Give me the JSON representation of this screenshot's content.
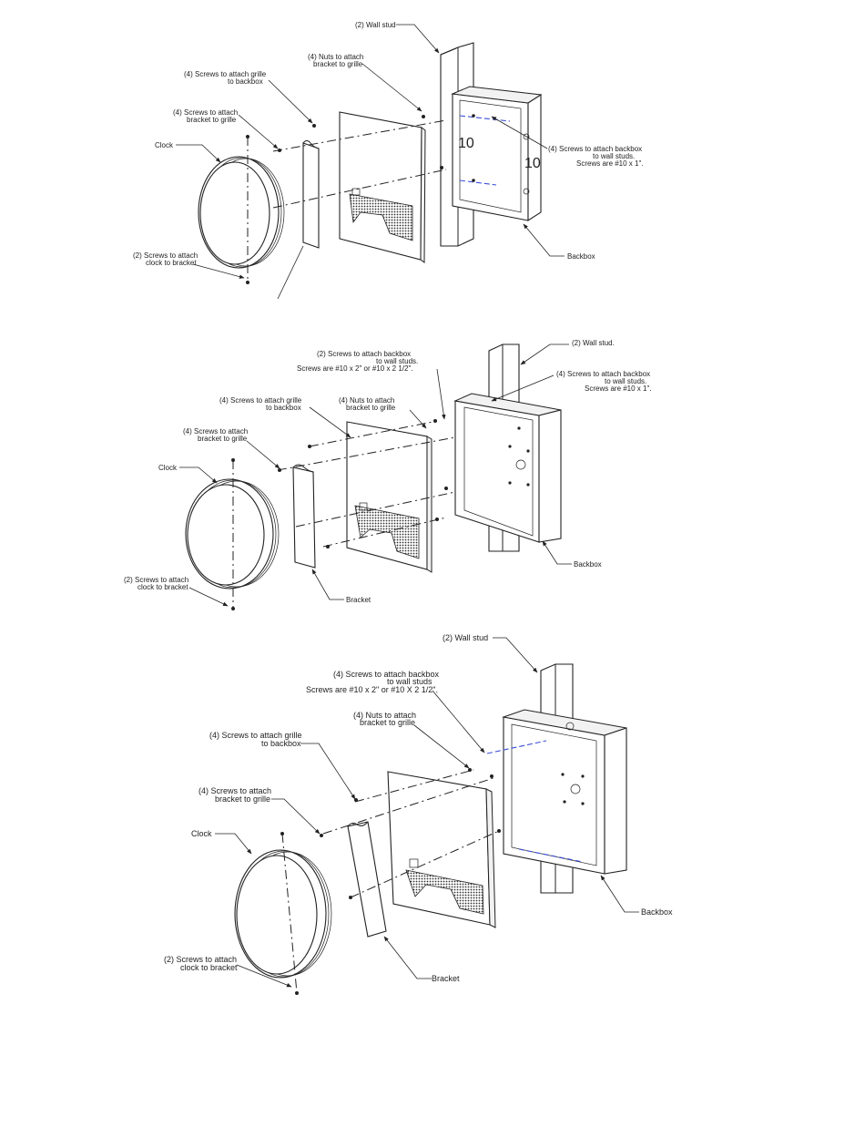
{
  "diagrams": [
    {
      "labels": {
        "wall_stud": "(2) Wall stud",
        "nuts": [
          "(4) Nuts to attach",
          "bracket to grille"
        ],
        "screws_grille_backbox": [
          "(4) Screws to attach grille",
          "to backbox"
        ],
        "screws_bracket_grille": [
          "(4) Screws to attach",
          "bracket to grille"
        ],
        "clock": "Clock",
        "screws_backbox_studs": [
          "(4) Screws to attach backbox",
          "to wall studs.",
          "Screws are #10 x 1\"."
        ],
        "screws_clock_bracket": [
          "(2) Screws to attach",
          "clock to bracket"
        ],
        "backbox": "Backbox",
        "backbox_marking": "10"
      }
    },
    {
      "labels": {
        "screws_backbox_studs_2": [
          "(2) Screws to attach backbox",
          "to wall studs.",
          "Screws are #10 x 2\" or #10 x 2 1/2\"."
        ],
        "wall_stud": "(2) Wall stud.",
        "screws_backbox_studs_4": [
          "(4) Screws to attach backbox",
          "to wall studs.",
          "Screws are #10 x 1\"."
        ],
        "screws_grille_backbox": [
          "(4) Screws to attach grille",
          "to backbox"
        ],
        "nuts": [
          "(4) Nuts to attach",
          "bracket to grille"
        ],
        "screws_bracket_grille": [
          "(4) Screws to attach",
          "bracket to grille"
        ],
        "clock": "Clock",
        "screws_clock_bracket": [
          "(2) Screws to attach",
          "clock to bracket"
        ],
        "bracket": "Bracket",
        "backbox": "Backbox"
      }
    },
    {
      "labels": {
        "wall_stud": "(2) Wall stud",
        "screws_backbox_studs": [
          "(4) Screws to attach backbox",
          "to wall studs",
          "Screws are #10 x 2\" or #10 X 2 1/2\"."
        ],
        "nuts": [
          "(4) Nuts to attach",
          "bracket to grille"
        ],
        "screws_grille_backbox": [
          "(4) Screws to attach grille",
          "to backbox"
        ],
        "screws_bracket_grille": [
          "(4) Screws to attach",
          "bracket to grille"
        ],
        "clock": "Clock",
        "screws_clock_bracket": [
          "(2) Screws to attach",
          "clock to bracket"
        ],
        "bracket": "Bracket",
        "backbox": "Backbox"
      }
    }
  ],
  "colors": {
    "line": "#222222",
    "stud_screw_axis": "#3b4fd8"
  }
}
